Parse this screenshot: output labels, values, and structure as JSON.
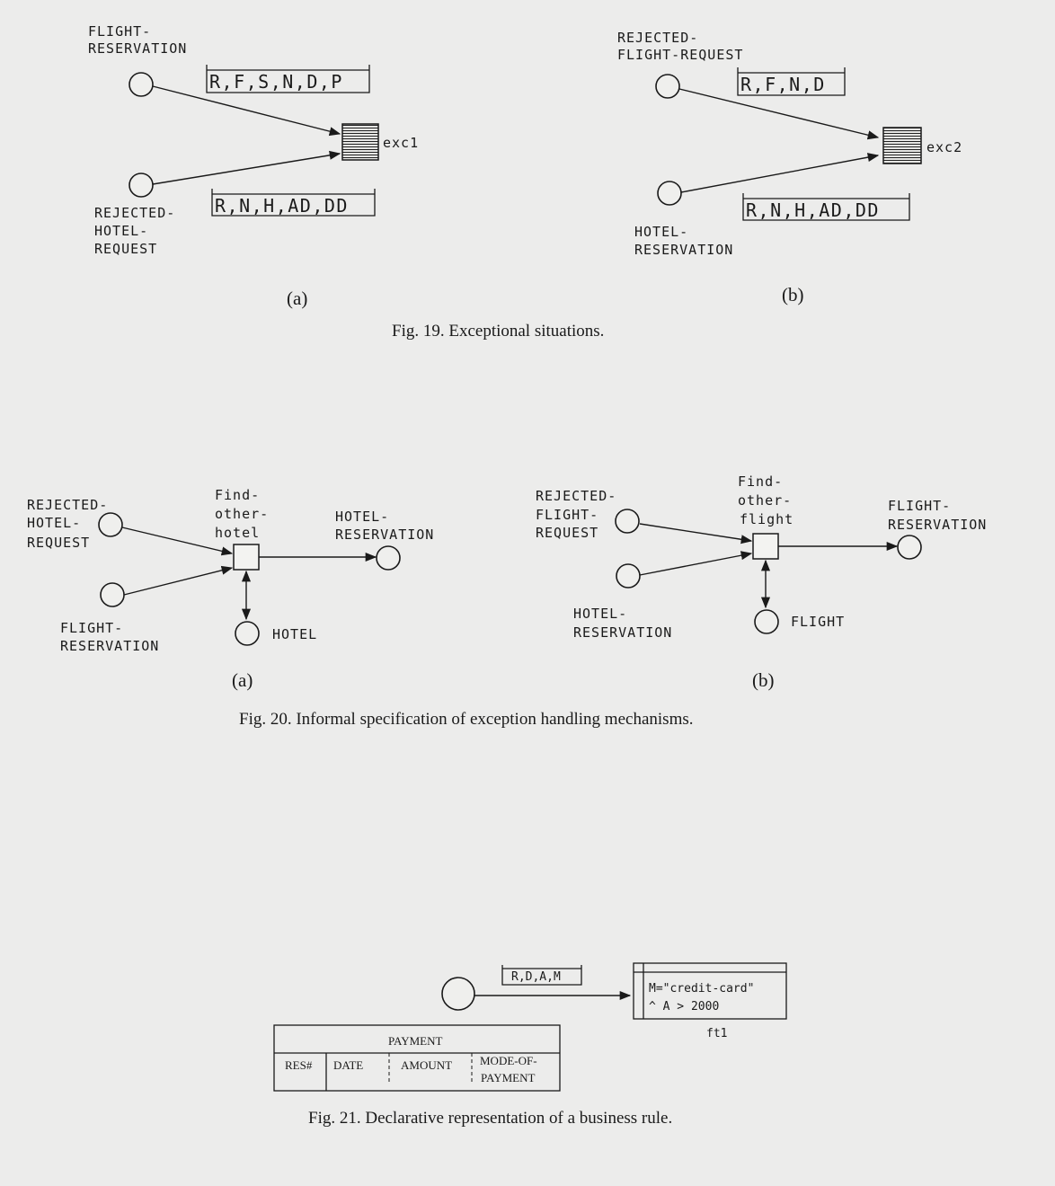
{
  "fig19": {
    "a": {
      "place_top": [
        "FLIGHT-",
        "RESERVATION"
      ],
      "place_bottom": [
        "REJECTED-",
        "HOTEL-",
        "REQUEST"
      ],
      "tuple_top": "R,F,S,N,D,P",
      "tuple_bottom": "R,N,H,AD,DD",
      "transition": "exc1"
    },
    "b": {
      "place_top": [
        "REJECTED-",
        "FLIGHT-REQUEST"
      ],
      "place_bottom": [
        "HOTEL-",
        "RESERVATION"
      ],
      "tuple_top": "R,F,N,D",
      "tuple_bottom": "R,N,H,AD,DD",
      "transition": "exc2"
    },
    "label_a": "(a)",
    "label_b": "(b)",
    "caption": "Fig. 19. Exceptional situations."
  },
  "fig20": {
    "a": {
      "input1": [
        "REJECTED-",
        "HOTEL-",
        "REQUEST"
      ],
      "input2": [
        "FLIGHT-",
        "RESERVATION"
      ],
      "transition": [
        "Find-",
        "other-",
        "hotel"
      ],
      "output": [
        "HOTEL-",
        "RESERVATION"
      ],
      "resource": "HOTEL"
    },
    "b": {
      "input1": [
        "REJECTED-",
        "FLIGHT-",
        "REQUEST"
      ],
      "input2": [
        "HOTEL-",
        "RESERVATION"
      ],
      "transition": [
        "Find-",
        "other-",
        "flight"
      ],
      "output": [
        "FLIGHT-",
        "RESERVATION"
      ],
      "resource": "FLIGHT"
    },
    "label_a": "(a)",
    "label_b": "(b)",
    "caption": "Fig. 20. Informal specification of exception handling mechanisms."
  },
  "fig21": {
    "tuple": "R,D,A,M",
    "condition": [
      "M=\"credit-card\"",
      "^ A > 2000"
    ],
    "transition": "ft1",
    "table_title": "PAYMENT",
    "columns": [
      "RES#",
      "DATE",
      "AMOUNT",
      "MODE-OF-",
      "PAYMENT"
    ],
    "caption": "Fig. 21. Declarative representation of a business rule."
  }
}
